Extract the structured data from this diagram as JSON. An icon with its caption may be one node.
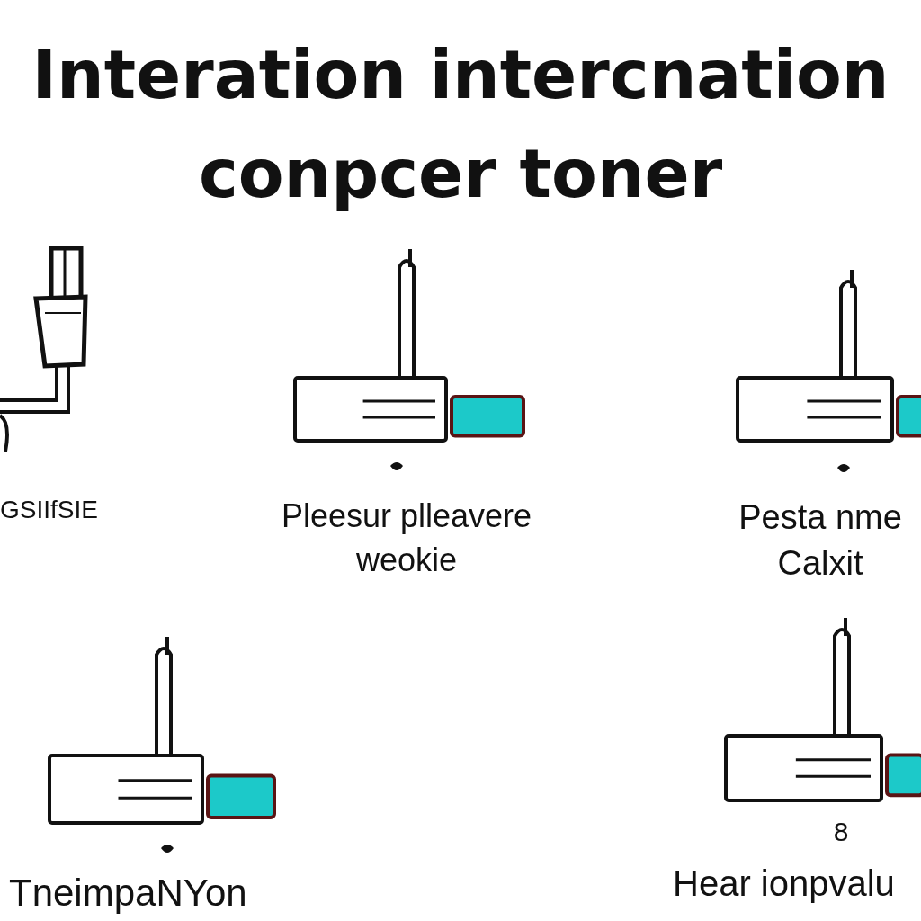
{
  "diagram": {
    "title": "Interation intercnation conpcer toner",
    "labels": [
      "GSIIfSIE",
      "Pleesur plleavere weokie",
      "Pesta nme Calxit",
      "TneimpaNYon",
      "8",
      "Hear ionpvalu"
    ]
  }
}
